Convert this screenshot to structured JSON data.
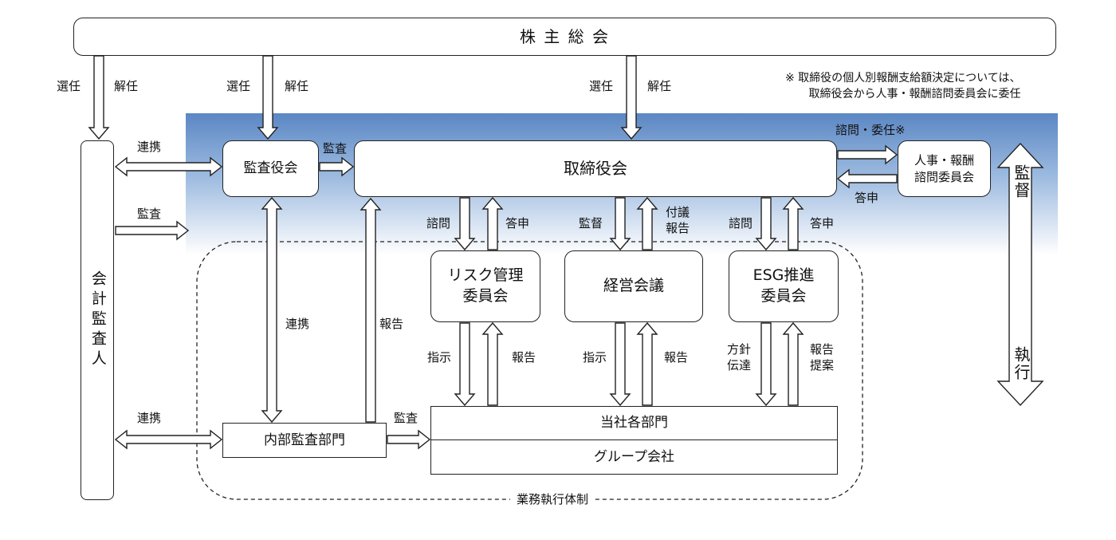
{
  "shareholders": "株 主 総 会",
  "auditor": "会計監査人",
  "kansayakukai": "監査役会",
  "torishimariyakukai": "取締役会",
  "jinji_committee": "人事・報酬\n諮問委員会",
  "risk_committee": "リスク管理\n委員会",
  "keiei_kaigi": "経営会議",
  "esg_committee": "ESG推進\n委員会",
  "internal_audit": "内部監査部門",
  "departments": "当社各部門",
  "group_companies": "グループ会社",
  "execution_system": "業務執行体制",
  "note": "※ 取締役の個人別報酬支給額決定については、\n取締役会から人事・報酬諮問委員会に委任",
  "kantoku": "監督",
  "shikko": "執行",
  "labels": {
    "elect1": "選任",
    "dismiss1": "解任",
    "elect2": "選任",
    "dismiss2": "解任",
    "elect3": "選任",
    "dismiss3": "解任",
    "renkei_top": "連携",
    "kansa_left": "監査",
    "renkei_mid": "連携",
    "renkei_bottom": "連携",
    "kansa_to_board": "監査",
    "houkoku_left": "報告",
    "kansa_dept": "監査",
    "shimon_risk": "諮問",
    "toushin_risk": "答申",
    "kantoku_keiei": "監督",
    "figi_houkoku": "付議\n報告",
    "shimon_esg": "諮問",
    "toushin_esg": "答申",
    "shimon_inin": "諮問・委任※",
    "toushin_jinji": "答申",
    "shiji_risk": "指示",
    "houkoku_risk": "報告",
    "shiji_keiei": "指示",
    "houkoku_keiei": "報告",
    "houshin_dentatsu": "方針\n伝達",
    "houkoku_teian": "報告\n提案"
  }
}
